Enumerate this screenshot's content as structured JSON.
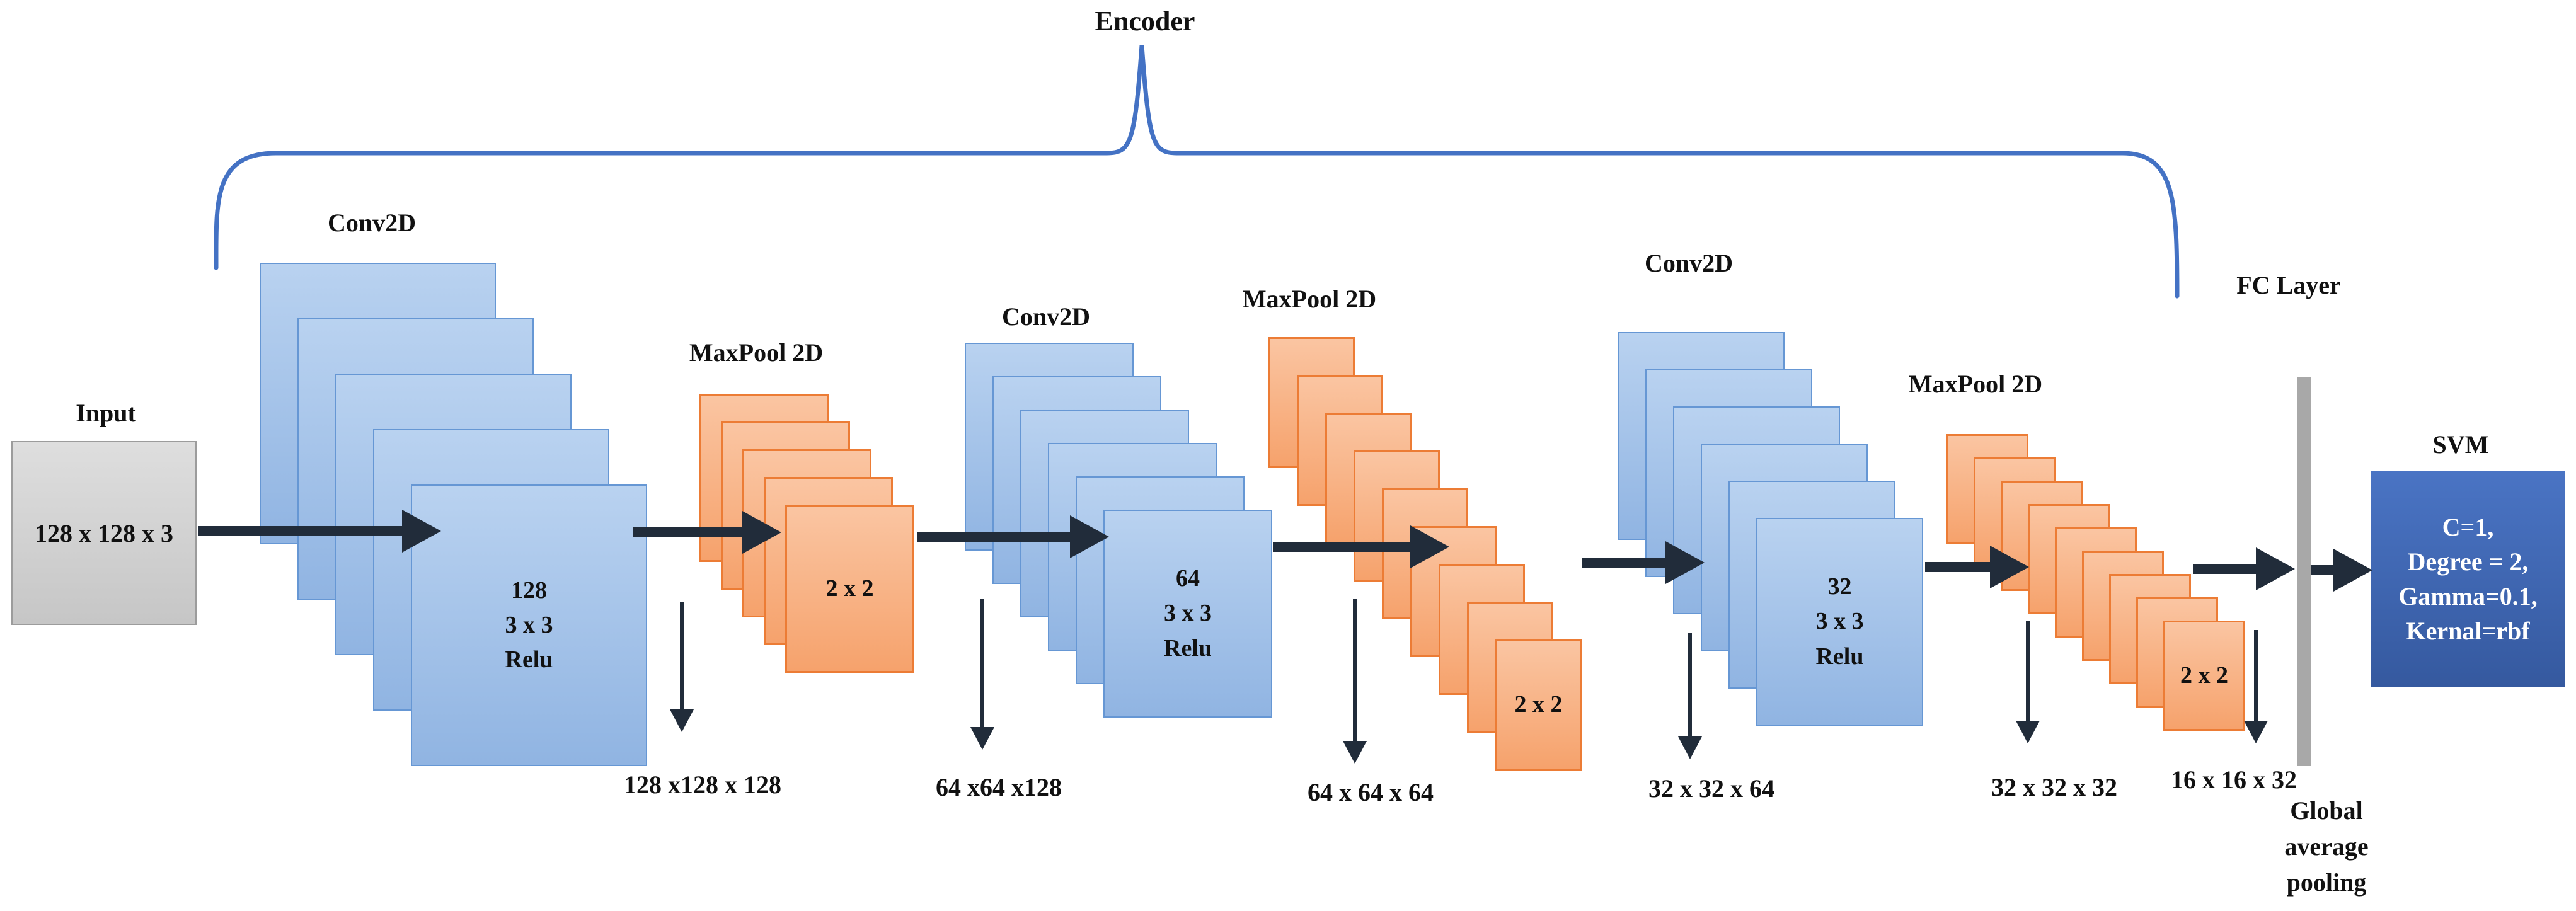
{
  "encoder": {
    "label": "Encoder"
  },
  "input": {
    "label": "Input",
    "dims": "128 x 128 x 3"
  },
  "stacks": [
    {
      "id": "conv1",
      "type": "conv",
      "label": "Conv2D",
      "layers": 5,
      "cell_lines": [
        "128",
        "3 x 3",
        "Relu"
      ]
    },
    {
      "id": "pool1",
      "type": "pool",
      "label": "MaxPool 2D",
      "layers": 5,
      "cell_lines": [
        "2 x 2"
      ]
    },
    {
      "id": "conv2",
      "type": "conv",
      "label": "Conv2D",
      "layers": 6,
      "cell_lines": [
        "64",
        "3 x 3",
        "Relu"
      ]
    },
    {
      "id": "pool2",
      "type": "pool",
      "label": "MaxPool 2D",
      "layers": 9,
      "cell_lines": [
        "2 x 2"
      ]
    },
    {
      "id": "conv3",
      "type": "conv",
      "label": "Conv2D",
      "layers": 6,
      "cell_lines": [
        "32",
        "3 x 3",
        "Relu"
      ]
    },
    {
      "id": "pool3",
      "type": "pool",
      "label": "MaxPool 2D",
      "layers": 9,
      "cell_lines": [
        "2 x 2"
      ]
    }
  ],
  "dim_labels": [
    "128 x128 x 128",
    "64 x64 x128",
    "64 x 64 x 64",
    "32 x 32 x 64",
    "32 x 32 x 32",
    "16 x 16 x 32"
  ],
  "fc": {
    "label": "FC Layer",
    "caption": "Global average pooling"
  },
  "svm": {
    "label": "SVM",
    "param_lines": [
      "C=1,",
      "Degree = 2,",
      "Gamma=0.1,",
      "Kernal=rbf"
    ]
  },
  "colors": {
    "conv_fill_top": "#b9d2f0",
    "conv_fill_bottom": "#90b4e2",
    "conv_border": "#6697d4",
    "pool_fill_top": "#fac5a2",
    "pool_fill_bottom": "#f6a26c",
    "pool_border": "#ec7c35",
    "input_fill": "#d2d2d2",
    "fc_bar": "#a8a8a8",
    "svm_fill": "#3e66b4",
    "arrow": "#212c3a",
    "brace": "#4472c4"
  }
}
